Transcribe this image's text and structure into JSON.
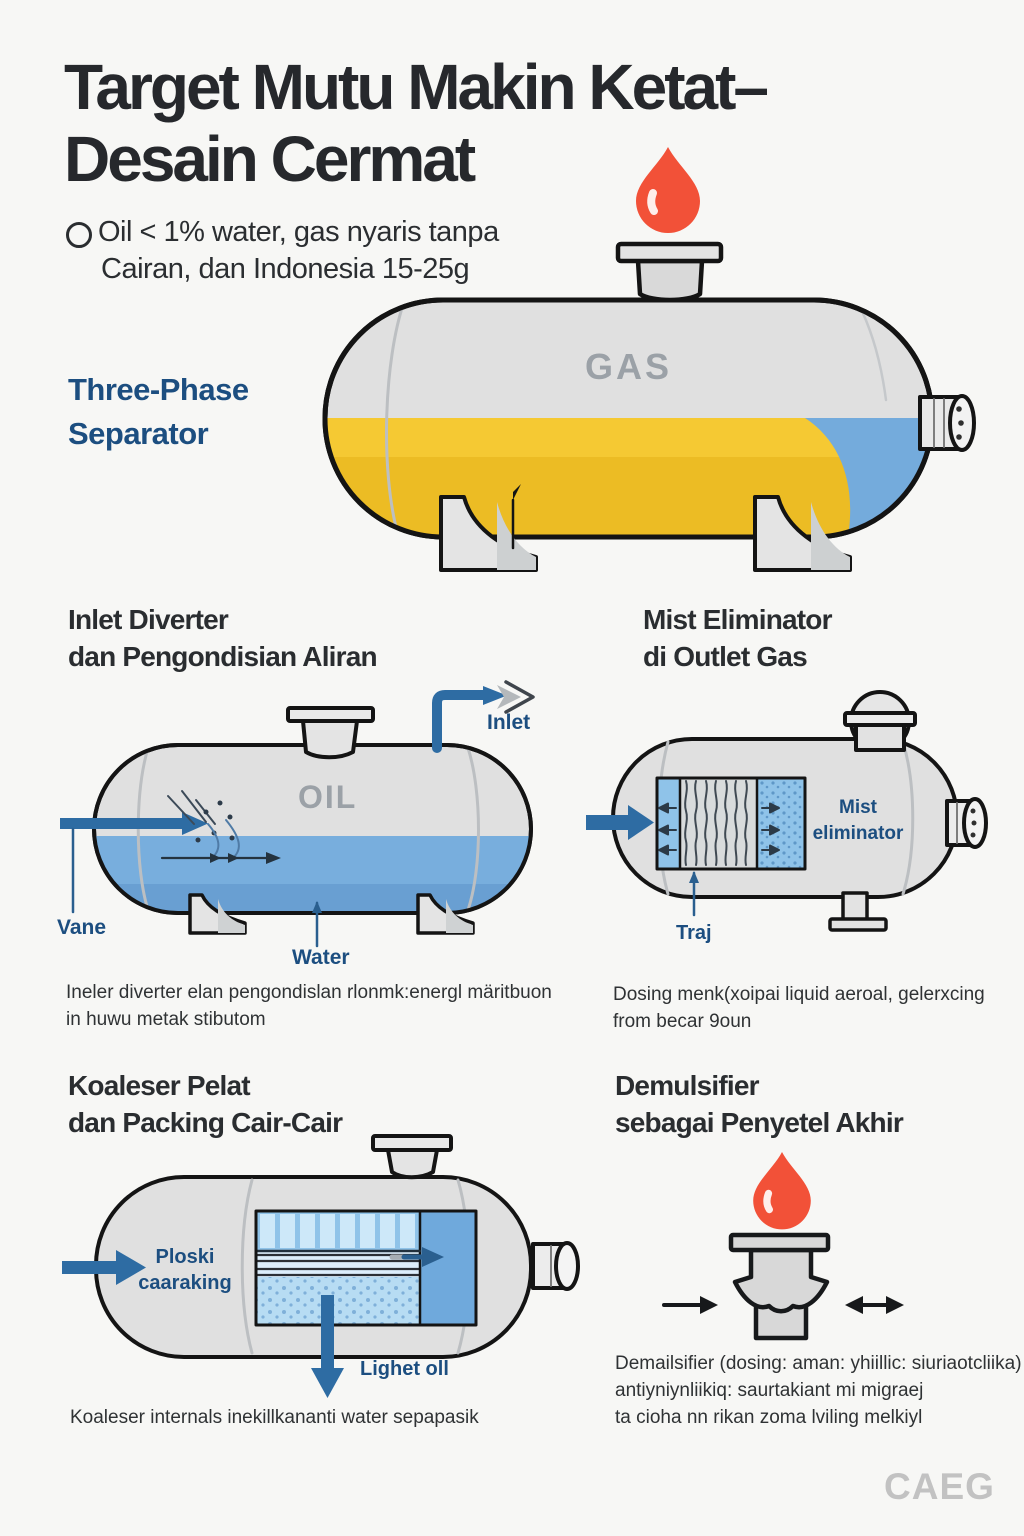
{
  "header": {
    "title_line1": "Target Mutu Makin Ketat–",
    "title_line2": "Desain Cermat",
    "bullet_line1": "Oil < 1% water, gas nyaris tanpa",
    "bullet_line2": "Cairan, dan Indonesia 15-25g"
  },
  "hero": {
    "label_line1": "Three-Phase",
    "label_line2": "Separator",
    "gas_label": "GAS"
  },
  "inlet_section": {
    "title_line1": "Inlet Diverter",
    "title_line2": "dan Pengondisian Aliran",
    "oil_label": "OIL",
    "inlet_label": "Inlet",
    "vane_label": "Vane",
    "water_label": "Water",
    "caption_line1": "Ineler diverter elan pengondislan rlonmk:energl märitbuon",
    "caption_line2": "in huwu metak stibutom"
  },
  "mist_section": {
    "title_line1": "Mist Eliminator",
    "title_line2": "di Outlet Gas",
    "mist_label_line1": "Mist",
    "mist_label_line2": "eliminator",
    "traj_label": "Traj",
    "caption_line1": "Dosing menk(xoipai liquid aeroal, gelerxcing",
    "caption_line2": "from becar 9oun"
  },
  "koaleser_section": {
    "title_line1": "Koaleser Pelat",
    "title_line2": "dan Packing Cair-Cair",
    "ploski_label_line1": "Ploski",
    "ploski_label_line2": "caaraking",
    "light_oil_label": "Lighet oll",
    "caption": "Koaleser internals inekillkananti water sepapasik"
  },
  "demulsifier_section": {
    "title_line1": "Demulsifier",
    "title_line2": "sebagai Penyetel Akhir",
    "caption_line1": "Demailsifier (dosing: aman: yhiillic: siuriaotcliika)",
    "caption_line2": "antiyniynliikiq: saurtakiant mi migraej",
    "caption_line3": "ta cioha nn rikan zoma lviling melkiyl"
  },
  "watermark": "CAEG",
  "colors": {
    "accent_blue": "#1c4e80",
    "pipe_blue": "#2e6ca3",
    "water_blue": "#74abdc",
    "oil_yellow": "#f5c933",
    "drop_red": "#f25138",
    "vessel_gray": "#e0e0e0"
  }
}
